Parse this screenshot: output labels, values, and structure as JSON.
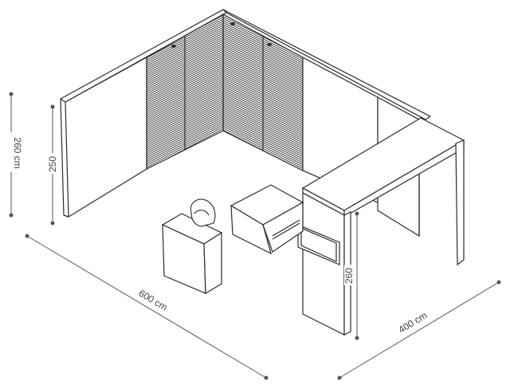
{
  "colors": {
    "line": "#2a2a2a",
    "panel_fill": "#ffffff",
    "dimension": "#555555",
    "floor_fill": "#ffffff"
  },
  "dimensions": {
    "height_outer": "260 cm",
    "height_inner": "250",
    "width_front": "600 cm",
    "depth_side": "400 cm",
    "height_counter": "260"
  },
  "objects": [
    "slatted-back-wall",
    "slatted-left-wall",
    "plain-wall-panels",
    "reception-counter",
    "storage-cube",
    "chair",
    "display-counter-with-screen",
    "overhead-header-beam"
  ]
}
